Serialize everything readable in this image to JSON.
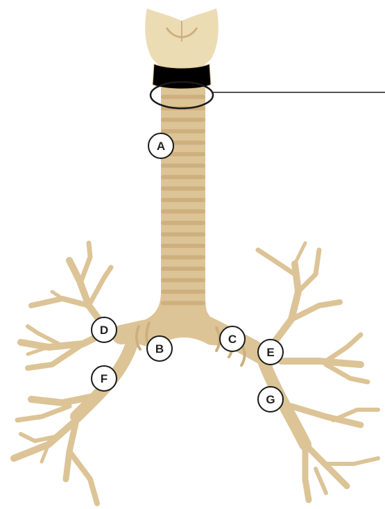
{
  "colors": {
    "airway": "#dcc497",
    "airway_light": "#ecdcb4",
    "airway_ring": "#cdb07e",
    "outline": "#1a1a1a",
    "label_fill": "#ffffff"
  },
  "labels": {
    "a": "A",
    "b": "B",
    "c": "C",
    "d": "D",
    "e": "E",
    "f": "F",
    "g": "G"
  }
}
